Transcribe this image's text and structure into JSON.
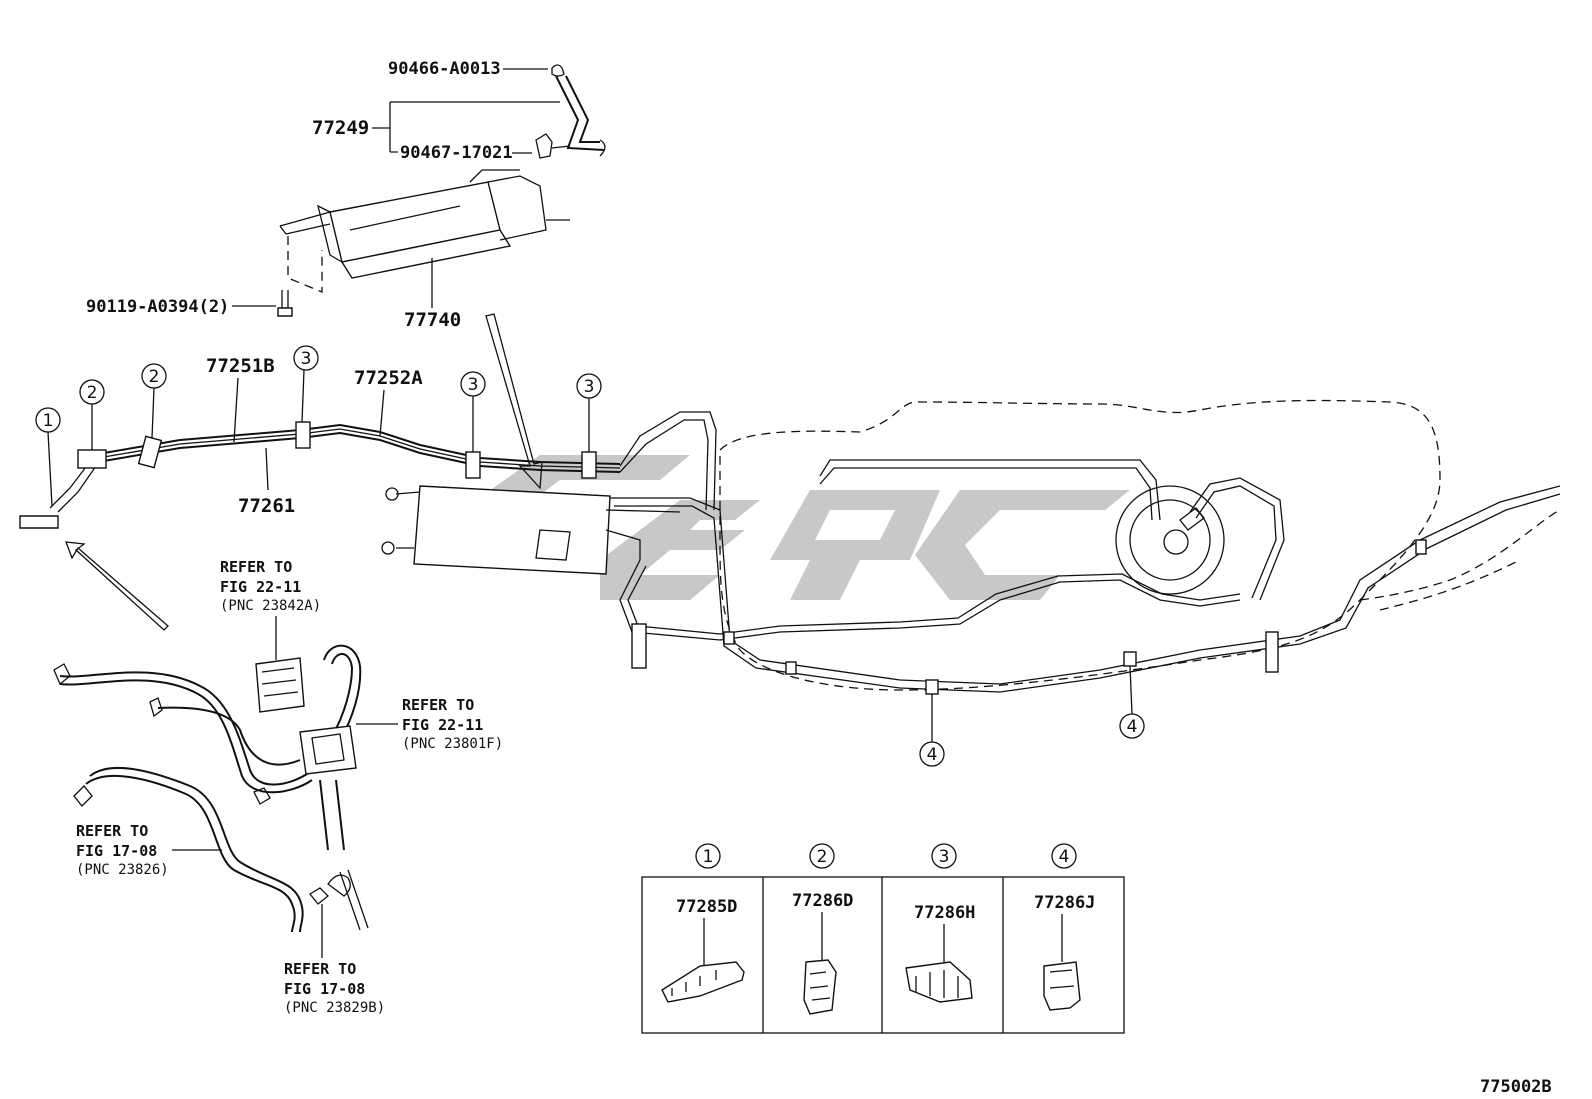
{
  "diagram": {
    "figure_code": "775002B",
    "part_numbers": {
      "hose_clamp_small": "90466-A0013",
      "hose_assy": "77249",
      "hose_clamp": "90467-17021",
      "canister": "77740",
      "bolt": "90119-A0394(2)",
      "tube_b": "77251B",
      "tube_a": "77252A",
      "tube_main": "77261"
    },
    "callouts": [
      "1",
      "2",
      "3",
      "4"
    ],
    "references": [
      {
        "line1": "REFER TO",
        "line2": "FIG 22-11",
        "line3": "(PNC 23842A)"
      },
      {
        "line1": "REFER TO",
        "line2": "FIG 22-11",
        "line3": "(PNC 23801F)"
      },
      {
        "line1": "REFER TO",
        "line2": "FIG 17-08",
        "line3": "(PNC 23826)"
      },
      {
        "line1": "REFER TO",
        "line2": "FIG 17-08",
        "line3": "(PNC 23829B)"
      }
    ],
    "legend": [
      {
        "callout": "1",
        "part": "77285D"
      },
      {
        "callout": "2",
        "part": "77286D"
      },
      {
        "callout": "3",
        "part": "77286H"
      },
      {
        "callout": "4",
        "part": "77286J"
      }
    ]
  }
}
